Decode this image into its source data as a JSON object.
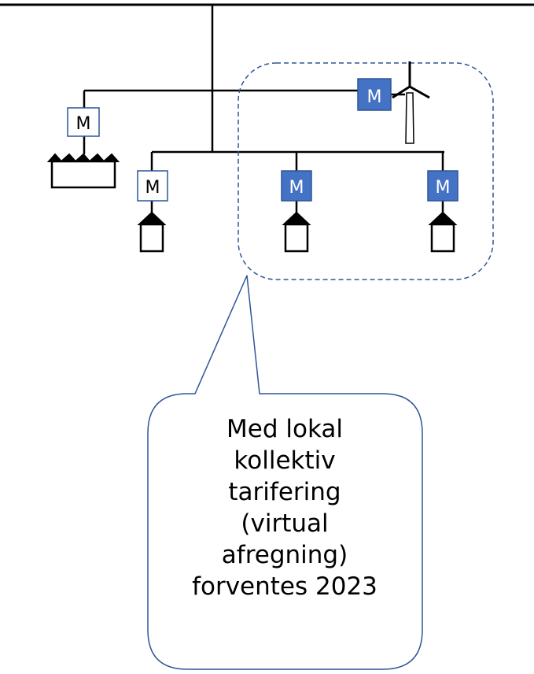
{
  "meters": {
    "label": "M"
  },
  "callout": {
    "lines": [
      "Med lokal",
      "kollektiv",
      "tarifering",
      "(virtual",
      "afregning)",
      "forventes 2023"
    ]
  },
  "colors": {
    "line": "#000000",
    "meter_fill_community": "#4472c4",
    "meter_fill_default": "#ffffff",
    "dashed_border": "#2f5597",
    "callout_border": "#2f5597"
  },
  "icons": {
    "wind_turbine": "wind-turbine-icon",
    "house": "house-icon",
    "apartment_block": "apartment-block-icon",
    "meter": "meter-icon"
  }
}
